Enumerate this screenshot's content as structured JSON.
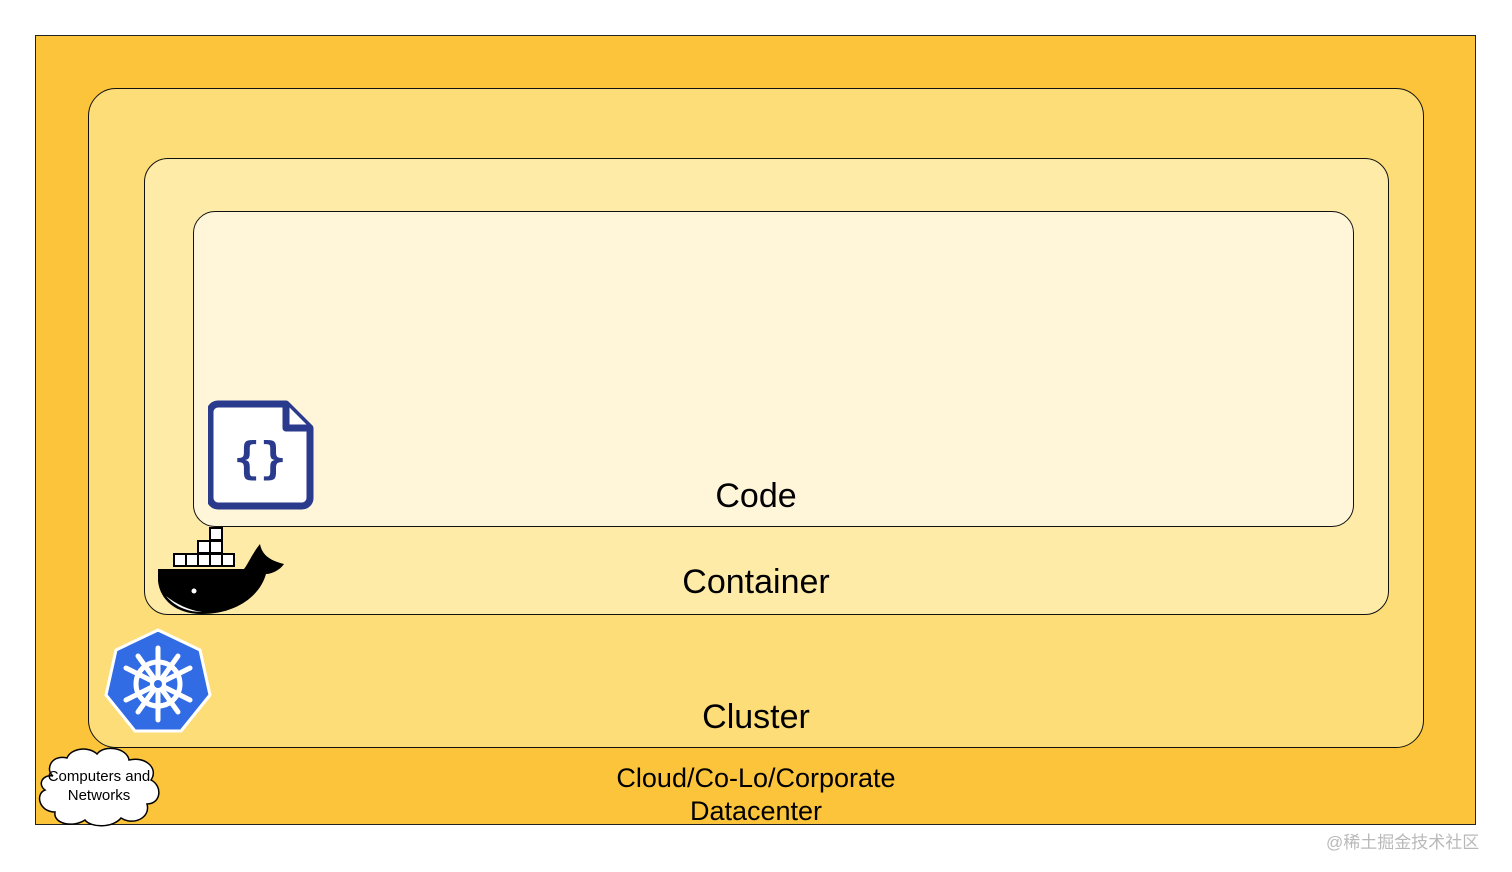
{
  "layers": {
    "datacenter_label_line1": "Cloud/Co-Lo/Corporate",
    "datacenter_label_line2": "Datacenter",
    "cluster_label": "Cluster",
    "container_label": "Container",
    "code_label": "Code"
  },
  "cloud": {
    "line1": "Computers and",
    "line2": "Networks"
  },
  "icons": {
    "code_file": "code-file-icon",
    "docker": "docker-whale-icon",
    "kubernetes": "kubernetes-icon",
    "cloud": "cloud-icon"
  },
  "colors": {
    "datacenter_fill": "#fcc43b",
    "cluster_fill": "#fddd78",
    "container_fill": "#feeba8",
    "code_fill": "#fff5d9",
    "code_icon": "#2a3a8c",
    "kubernetes_blue": "#326ce5"
  },
  "watermark": "@稀土掘金技术社区"
}
